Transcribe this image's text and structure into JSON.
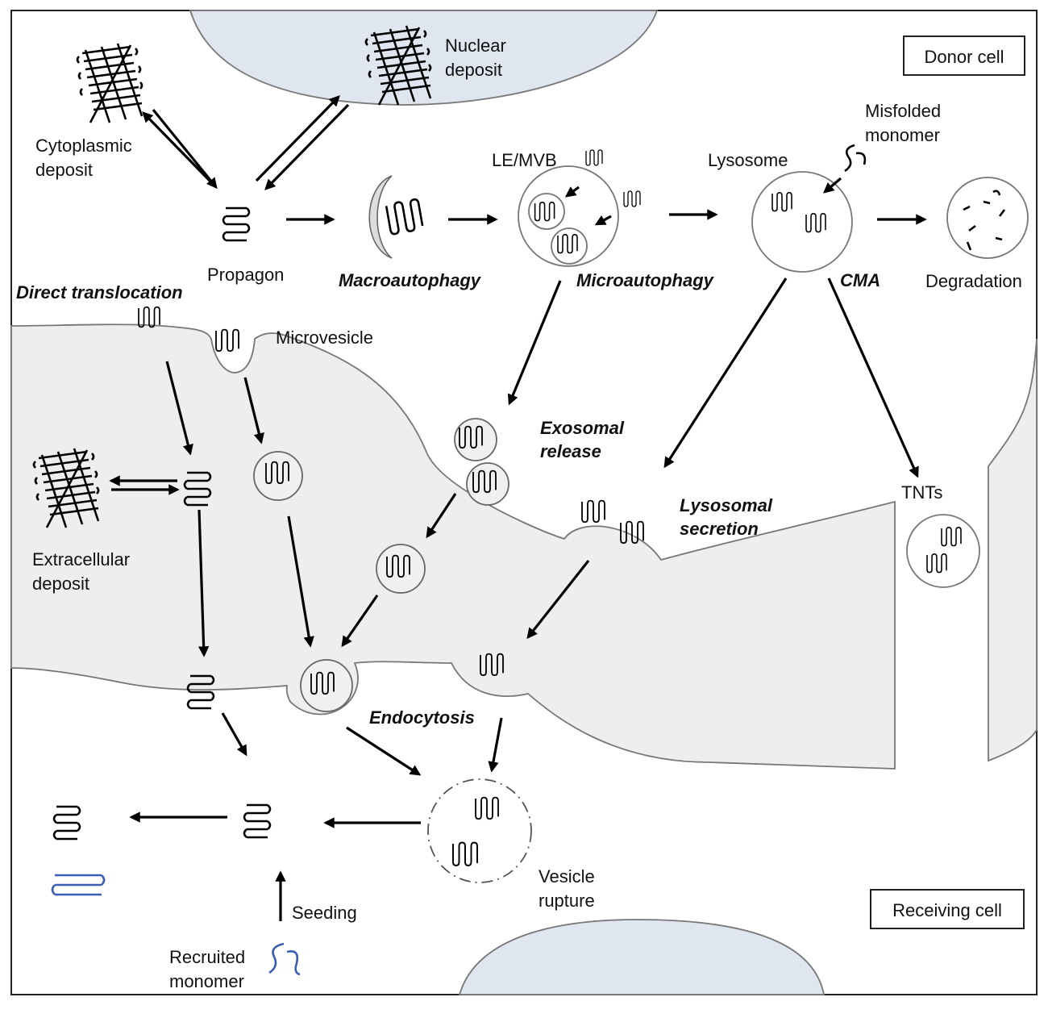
{
  "labels": {
    "donor_cell": "Donor cell",
    "receiving_cell": "Receiving cell",
    "nuclear_deposit_1": "Nuclear",
    "nuclear_deposit_2": "deposit",
    "cytoplasmic_1": "Cytoplasmic",
    "cytoplasmic_2": "deposit",
    "propagon": "Propagon",
    "le_mvb": "LE/MVB",
    "lysosome": "Lysosome",
    "misfolded_1": "Misfolded",
    "misfolded_2": "monomer",
    "degradation": "Degradation",
    "macroautophagy": "Macroautophagy",
    "microautophagy": "Microautophagy",
    "cma": "CMA",
    "direct_translocation": "Direct translocation",
    "microvesicle": "Microvesicle",
    "exosomal_1": "Exosomal",
    "exosomal_2": "release",
    "lysosomal_1": "Lysosomal",
    "lysosomal_2": "secretion",
    "tnts": "TNTs",
    "extracellular_1": "Extracellular",
    "extracellular_2": "deposit",
    "endocytosis": "Endocytosis",
    "vesicle_1": "Vesicle",
    "vesicle_2": "rupture",
    "seeding": "Seeding",
    "recruited_1": "Recruited",
    "recruited_2": "monomer"
  },
  "colors": {
    "cell_fill": "#eeeeee",
    "nucleus_fill": "#dfe6f0",
    "membrane": "#777777",
    "ink": "#000000",
    "recruited": "#3a5fb0"
  }
}
